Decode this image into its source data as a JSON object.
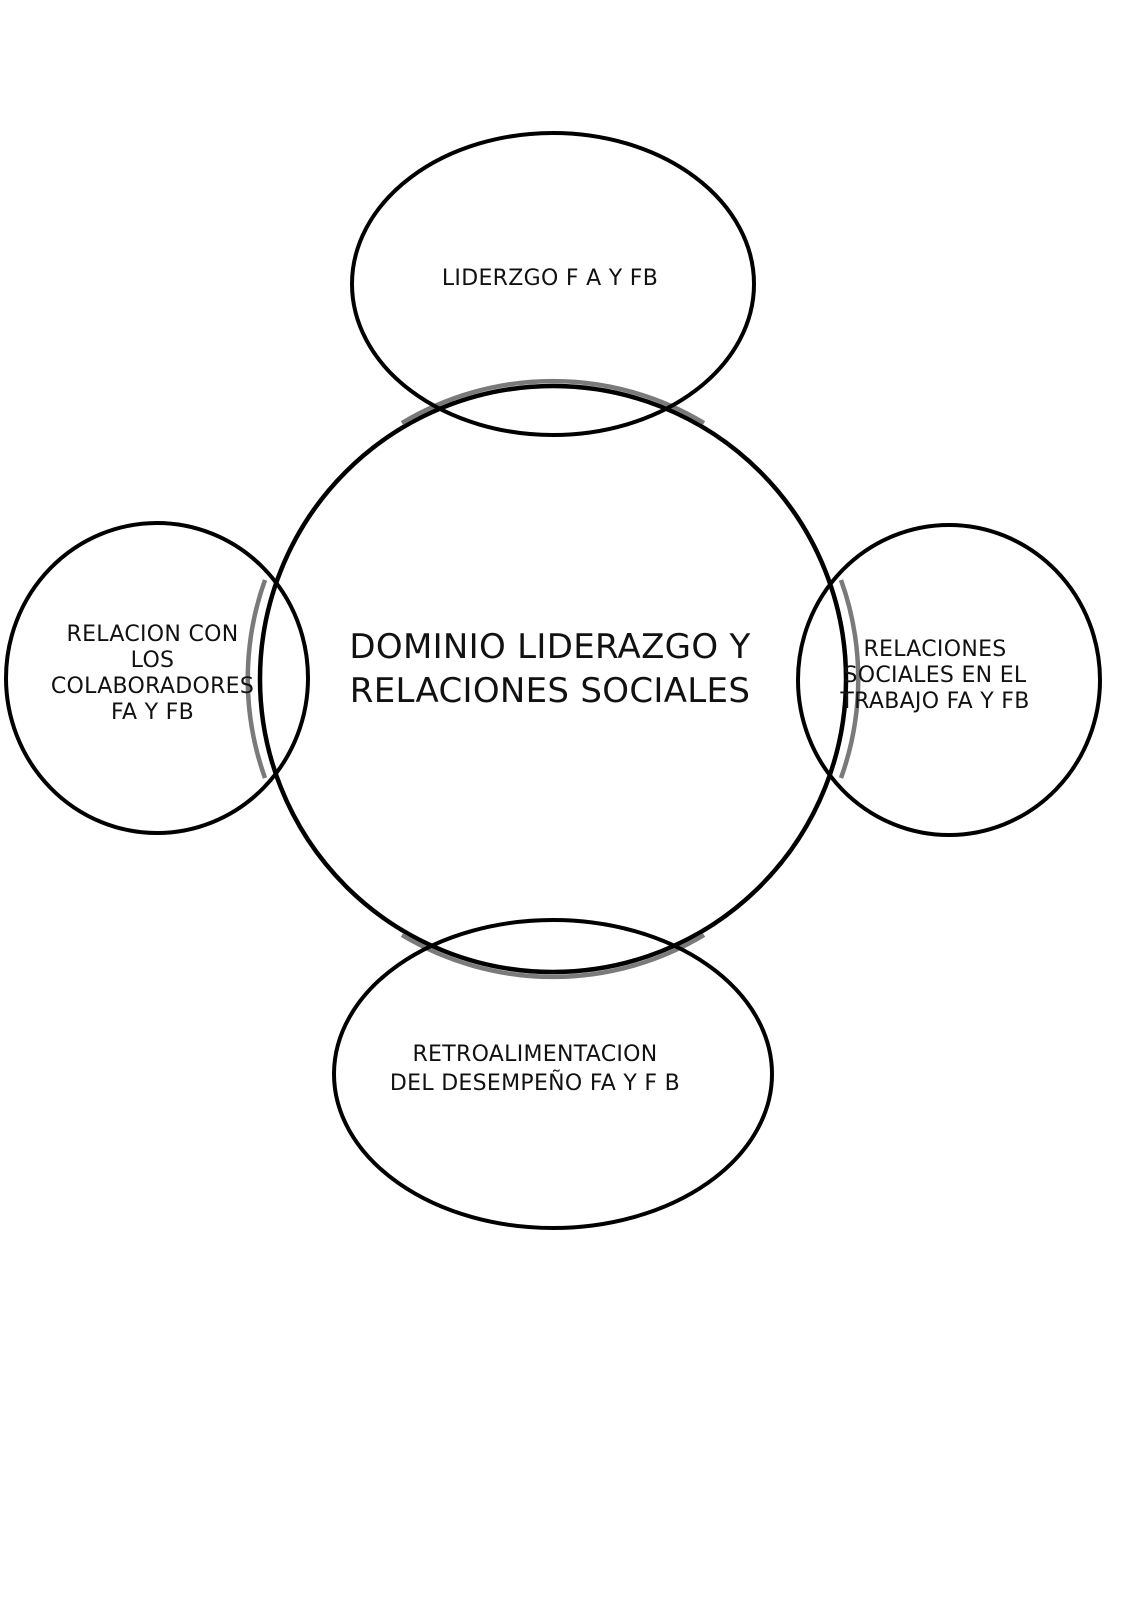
{
  "diagram": {
    "center": {
      "text": "DOMINIO LIDERAZGO Y\nRELACIONES SOCIALES"
    },
    "nodes": {
      "top": "LIDERZGO F A Y FB",
      "left": "RELACION CON\nLOS\nCOLABORADORES\nFA Y FB",
      "right": "RELACIONES\nSOCIALES EN EL\nTRABAJO FA Y FB",
      "bottom": "RETROALIMENTACION\nDEL DESEMPEÑO FA Y F B"
    },
    "colors": {
      "stroke": "#000000",
      "overlap_stroke": "#7a7a7a",
      "background": "#ffffff"
    }
  }
}
